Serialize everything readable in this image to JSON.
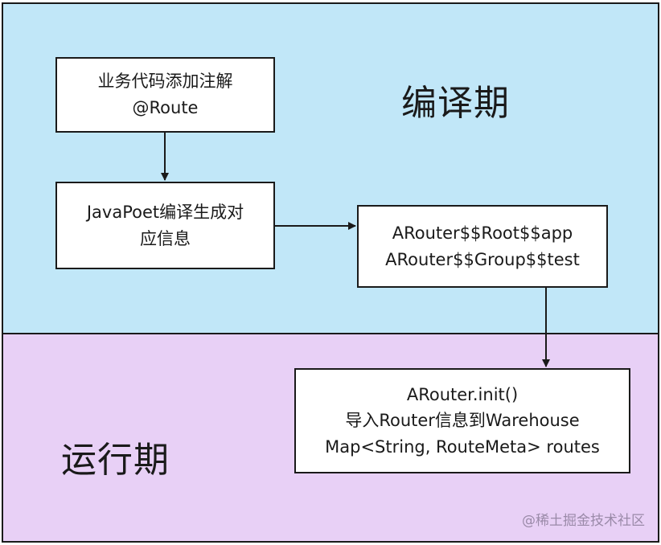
{
  "phases": {
    "compile": "编译期",
    "runtime": "运行期"
  },
  "boxes": {
    "annotation": {
      "line1": "业务代码添加注解",
      "line2": "@Route"
    },
    "javapoet": {
      "line1": "JavaPoet编译生成对",
      "line2": "应信息"
    },
    "generated": {
      "line1": "ARouter$$Root$$app",
      "line2": "ARouter$$Group$$test"
    },
    "init": {
      "line1": "ARouter.init()",
      "line2": "导入Router信息到Warehouse",
      "line3": "Map<String, RouteMeta> routes"
    }
  },
  "watermark": "@稀土掘金技术社区",
  "colors": {
    "compile_bg": "#c1e7f8",
    "runtime_bg": "#e8d0f6",
    "box_bg": "#ffffff",
    "border": "#1a1a1a"
  }
}
